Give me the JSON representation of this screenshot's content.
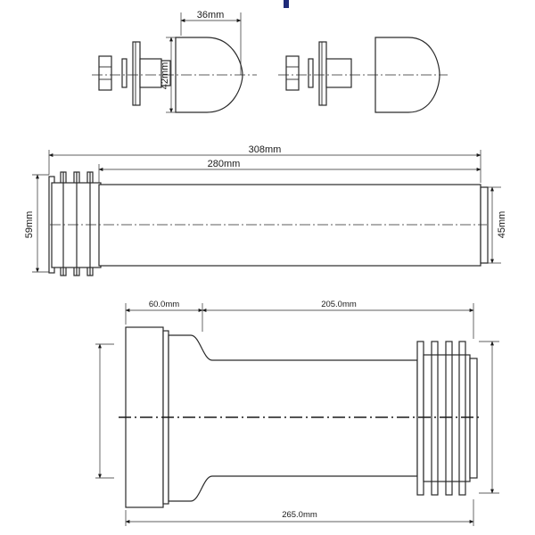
{
  "dimensions": {
    "cap_width": "36mm",
    "cap_height": "42mm",
    "pipe_total_length": "308mm",
    "pipe_body_length": "280mm",
    "pipe_outer_diameter": "59mm",
    "pipe_inner_diameter": "45mm",
    "pan_collar_length": "60.0mm",
    "pan_body_length": "205.0mm",
    "pan_total_length": "265.0mm"
  },
  "colors": {
    "line": "#2a2a2a",
    "accent": "#1f2b7a"
  }
}
